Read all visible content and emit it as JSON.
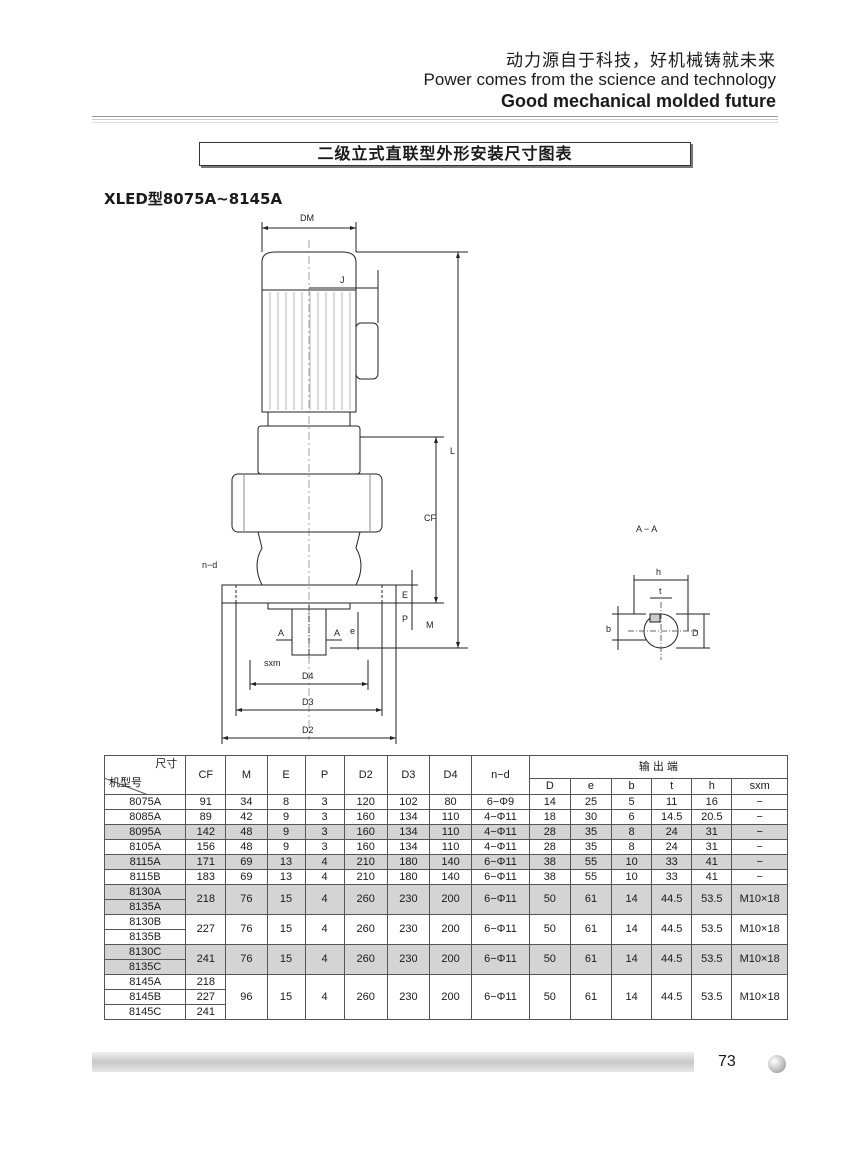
{
  "header": {
    "slogan_cn": "动力源自于科技，好机械铸就未来",
    "slogan_en": "Power comes from the science and technology",
    "tagline": "Good mechanical molded future"
  },
  "title": "二级立式直联型外形安装尺寸图表",
  "model_range": "XLED型8075A~8145A",
  "drawing": {
    "labels": {
      "DM": "DM",
      "J": "J",
      "L": "L",
      "CF": "CF",
      "E": "E",
      "P": "P",
      "M": "M",
      "nd": "n−d",
      "sxm": "sxm",
      "D4": "D4",
      "D3": "D3",
      "D2": "D2",
      "A1": "A",
      "A2": "A",
      "e": "e",
      "section": "A − A",
      "h": "h",
      "t": "t",
      "b": "b",
      "D": "D"
    }
  },
  "table": {
    "corner_top": "尺寸",
    "corner_bottom": "机型号",
    "output_header": "输 出 端",
    "headers": [
      "CF",
      "M",
      "E",
      "P",
      "D2",
      "D3",
      "D4",
      "n−d"
    ],
    "output_cols": [
      "D",
      "e",
      "b",
      "t",
      "h",
      "sxm"
    ],
    "rows": [
      [
        "8075A",
        "91",
        "34",
        "8",
        "3",
        "120",
        "102",
        "80",
        "6−Φ9",
        "14",
        "25",
        "5",
        "11",
        "16",
        "−"
      ],
      [
        "8085A",
        "89",
        "42",
        "9",
        "3",
        "160",
        "134",
        "110",
        "4−Φ11",
        "18",
        "30",
        "6",
        "14.5",
        "20.5",
        "−"
      ],
      [
        "8095A",
        "142",
        "48",
        "9",
        "3",
        "160",
        "134",
        "110",
        "4−Φ11",
        "28",
        "35",
        "8",
        "24",
        "31",
        "−"
      ],
      [
        "8105A",
        "156",
        "48",
        "9",
        "3",
        "160",
        "134",
        "110",
        "4−Φ11",
        "28",
        "35",
        "8",
        "24",
        "31",
        "−"
      ],
      [
        "8115A",
        "171",
        "69",
        "13",
        "4",
        "210",
        "180",
        "140",
        "6−Φ11",
        "38",
        "55",
        "10",
        "33",
        "41",
        "−"
      ],
      [
        "8115B",
        "183",
        "69",
        "13",
        "4",
        "210",
        "180",
        "140",
        "6−Φ11",
        "38",
        "55",
        "10",
        "33",
        "41",
        "−"
      ]
    ],
    "groups": [
      {
        "models": [
          "8130A",
          "8135A"
        ],
        "values": [
          "218",
          "76",
          "15",
          "4",
          "260",
          "230",
          "200",
          "6−Φ11",
          "50",
          "61",
          "14",
          "44.5",
          "53.5",
          "M10×18"
        ]
      },
      {
        "models": [
          "8130B",
          "8135B"
        ],
        "values": [
          "227",
          "76",
          "15",
          "4",
          "260",
          "230",
          "200",
          "6−Φ11",
          "50",
          "61",
          "14",
          "44.5",
          "53.5",
          "M10×18"
        ]
      },
      {
        "models": [
          "8130C",
          "8135C"
        ],
        "values": [
          "241",
          "76",
          "15",
          "4",
          "260",
          "230",
          "200",
          "6−Φ11",
          "50",
          "61",
          "14",
          "44.5",
          "53.5",
          "M10×18"
        ]
      }
    ],
    "last_group": {
      "models": [
        "8145A",
        "8145B",
        "8145C"
      ],
      "cf": [
        "218",
        "227",
        "241"
      ],
      "values": [
        "96",
        "15",
        "4",
        "260",
        "230",
        "200",
        "6−Φ11",
        "50",
        "61",
        "14",
        "44.5",
        "53.5",
        "M10×18"
      ]
    }
  },
  "page_number": "73"
}
